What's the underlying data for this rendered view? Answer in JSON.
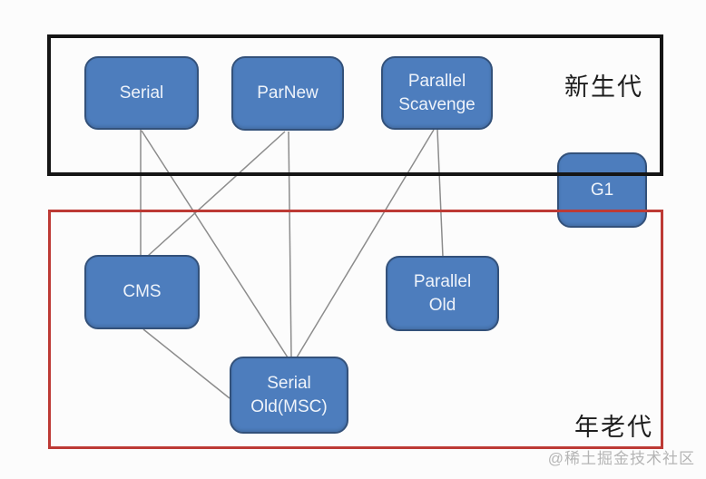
{
  "diagram": {
    "regions": {
      "young": {
        "label": "新生代",
        "border_color": "#151515"
      },
      "old": {
        "label": "年老代",
        "border_color": "#bd3a35"
      }
    },
    "nodes": {
      "serial": {
        "label": "Serial"
      },
      "parnew": {
        "label": "ParNew"
      },
      "parallel_scavenge": {
        "label": "Parallel Scavenge"
      },
      "g1": {
        "label": "G1"
      },
      "cms": {
        "label": "CMS"
      },
      "parallel_old": {
        "label": "Parallel Old"
      },
      "serial_old": {
        "label": "Serial Old(MSC)"
      }
    },
    "edges": [
      {
        "from": "serial",
        "to": "cms"
      },
      {
        "from": "serial",
        "to": "serial_old"
      },
      {
        "from": "parnew",
        "to": "cms"
      },
      {
        "from": "parnew",
        "to": "serial_old"
      },
      {
        "from": "parallel_scavenge",
        "to": "serial_old"
      },
      {
        "from": "parallel_scavenge",
        "to": "parallel_old"
      },
      {
        "from": "cms",
        "to": "serial_old"
      }
    ],
    "colors": {
      "node_fill": "#4d7dbd",
      "node_border": "#33517a",
      "node_text": "#eef3fa",
      "edge": "#8c8c8c",
      "background": "#fcfcfc"
    }
  },
  "watermark": {
    "text": "@稀土掘金技术社区"
  }
}
